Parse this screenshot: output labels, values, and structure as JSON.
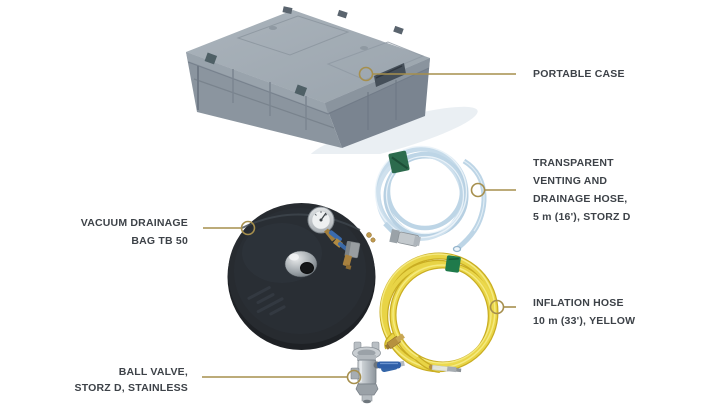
{
  "diagram": {
    "labels": {
      "portable_case": {
        "line1": "PORTABLE CASE"
      },
      "venting_hose": {
        "line1": "TRANSPARENT",
        "line2": "VENTING AND",
        "line3": "DRAINAGE HOSE,",
        "line4": "5 m (16'), STORZ D"
      },
      "vacuum_bag": {
        "line1": "VACUUM DRAINAGE",
        "line2": "BAG TB 50"
      },
      "inflation_hose": {
        "line1": "INFLATION HOSE",
        "line2": "10 m (33'), YELLOW"
      },
      "ball_valve": {
        "line1": "BALL VALVE,",
        "line2": "STORZ D, STAINLESS"
      }
    },
    "colors": {
      "background": "#ffffff",
      "leader_line": "#a68f4d",
      "label_text": "#3d4248",
      "case_gray": "#9aa4ad",
      "transparent_hose_blue": "#bdd5e6",
      "vacuum_bag_black": "#26292d",
      "inflation_hose_yellow": "#e8d446",
      "valve_handle_blue": "#2f5fa8",
      "strap_green": "#1f7a4b"
    }
  }
}
